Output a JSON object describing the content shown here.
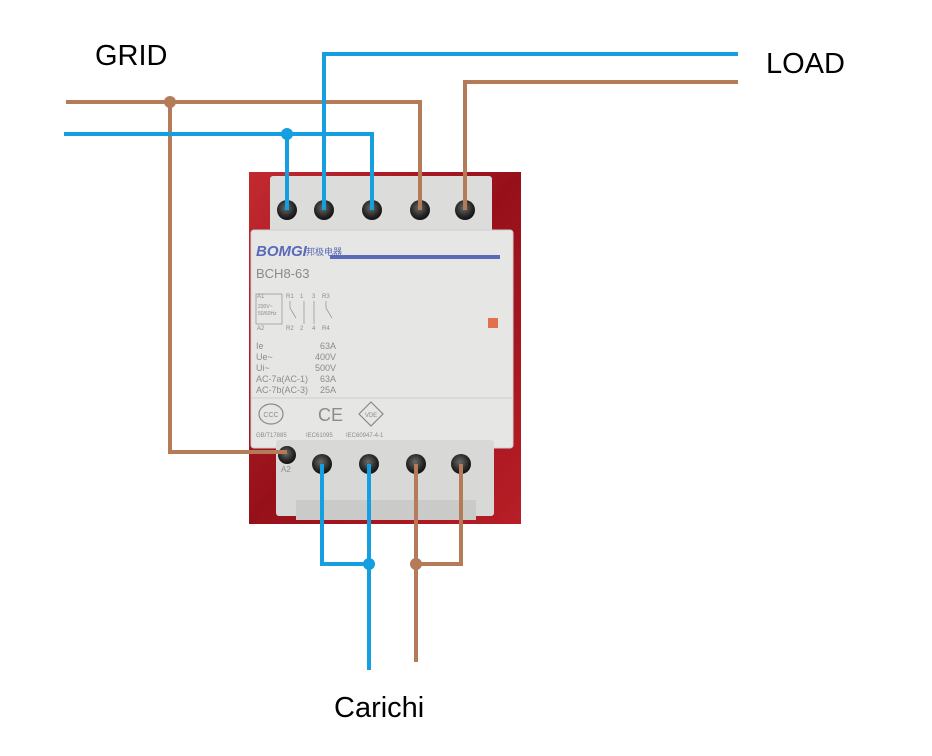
{
  "labels": {
    "grid": "GRID",
    "load": "LOAD",
    "carichi": "Carichi"
  },
  "device": {
    "brand": "BOMGI",
    "brand_cn": "邦极电器",
    "model": "BCH8-63",
    "schematic": {
      "coil_top": "A1",
      "coil_bottom": "A2",
      "coil_voltage": "230V~",
      "coil_freq": "50/60Hz",
      "contacts_top": [
        "R1",
        "1",
        "3",
        "R3"
      ],
      "contacts_bottom": [
        "R2",
        "2",
        "4",
        "R4"
      ]
    },
    "ratings": [
      {
        "name": "Ie",
        "value": "63A"
      },
      {
        "name": "Ue~",
        "value": "400V"
      },
      {
        "name": "Ui~",
        "value": "500V"
      },
      {
        "name": "AC-7a(AC-1)",
        "value": "63A"
      },
      {
        "name": "AC-7b(AC-3)",
        "value": "25A"
      }
    ],
    "marks": {
      "ccc": "CCC",
      "ce": "CE",
      "vde": "VDE"
    },
    "standards": [
      "GB/T17885",
      "IEC61095",
      "IEC60947-4-1"
    ],
    "bottom_terminal_label": "A2"
  },
  "colors": {
    "line_wire": "#b57a58",
    "neutral_wire": "#159ee0",
    "device_body": "#e4e4e2",
    "background_red": "#a8141e",
    "accent_stripe": "#5a6ab8"
  }
}
